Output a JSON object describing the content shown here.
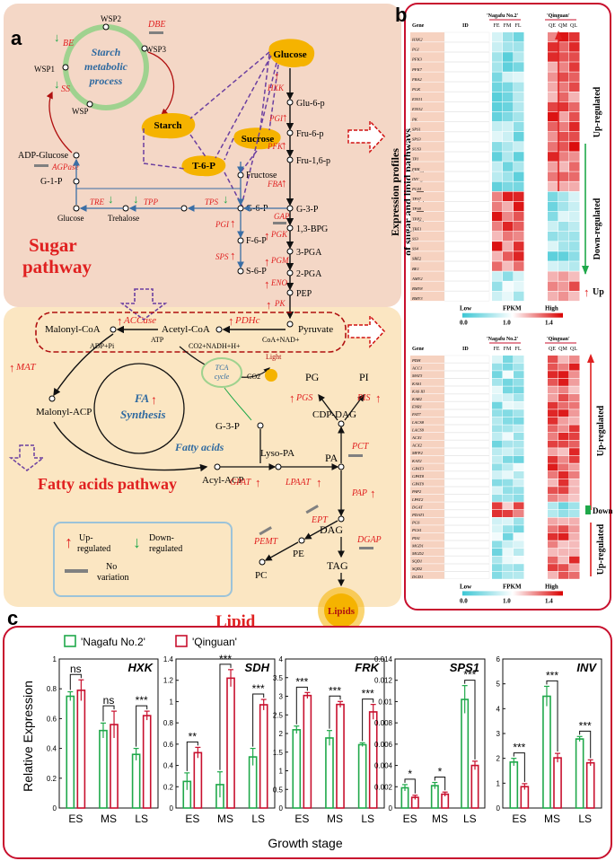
{
  "panel_labels": {
    "a": "a",
    "b": "b",
    "c": "c"
  },
  "colors": {
    "up": "#e02020",
    "down": "#1fa84a",
    "novar": "#808080",
    "sugar_bg": "#f4d8c8",
    "lipid_bg": "#fbe7c3",
    "accent_red": "#c8102e",
    "blue_text": "#2f6aa0",
    "gold": "#f5b300",
    "green_ring": "#9fd28f",
    "teal": "#49c7cf"
  },
  "pathway": {
    "sugar_title": "Sugar\npathway",
    "fatty_title": "Fatty acids pathway",
    "lipid_title": "Lipid\npathway",
    "starch_metabolic": "Starch\nmetabolic\nprocess",
    "wsp": [
      "WSP2",
      "WSP1",
      "WSP3",
      "WSP"
    ],
    "enzymes_left": {
      "be": "BE",
      "dbe": "DBE",
      "ss": "SS",
      "agpase": "AGPase",
      "tre": "TRE",
      "tpp": "TPP",
      "tps": "TPS"
    },
    "metabolites": {
      "glucose_top": "Glucose",
      "starch": "Starch",
      "sucrose": "Sucrose",
      "t6p": "T-6-P",
      "adp_glucose": "ADP-Glucose",
      "g1p": "G-1-P",
      "glucose": "Glucose",
      "trehalose": "Trehalose",
      "fructose": "Fructose",
      "g6p_left": "G-6-P",
      "f6p": "F-6-P",
      "s6p": "S-6-P",
      "glu6p": "Glu-6-p",
      "fru6p": "Fru-6-p",
      "fru16p": "Fru-1,6-p",
      "g3p": "G-3-P",
      "bpg": "1,3-BPG",
      "pga3": "3-PGA",
      "pga2": "2-PGA",
      "pep": "PEP",
      "pyruvate": "Pyruvate",
      "acetylcoa": "Acetyl-CoA",
      "malonylcoa": "Malonyl-CoA",
      "malonylacp": "Malonyl-ACP",
      "acylacp": "Acyl-ACP",
      "g3p_lipid": "G-3-P",
      "lysopa": "Lyso-PA",
      "pa": "PA",
      "cdpdag": "CDP-DAG",
      "pg": "PG",
      "pi": "PI",
      "dag": "DAG",
      "pe": "PE",
      "pc": "PC",
      "tag": "TAG",
      "lipids": "Lipids",
      "tca": "TCA\ncycle",
      "light": "Light",
      "co2": "CO2",
      "fa_synthesis": "FA\nSynthesis",
      "fatty_acids": "Fatty acids"
    },
    "enzymes_right": {
      "hxk": "HXK",
      "pgi": "PGI",
      "pfk": "PFK",
      "fba": "FBA",
      "gap": "GAP",
      "pgk": "PGK",
      "pgm": "PGM",
      "eno": "ENO",
      "pk": "PK",
      "pgi2": "PGI",
      "sps": "SPS",
      "accase": "ACCase",
      "pdhc": "PDHc",
      "mat": "MAT",
      "gpat": "GPAT",
      "lpaat": "LPAAT",
      "pct": "PCT",
      "pap": "PAP",
      "pgs": "PGS",
      "pis": "PIS",
      "ept": "EPT",
      "pemt": "PEMT",
      "dgap": "DGAP"
    },
    "cofactors": {
      "atp": "ATP",
      "adp": "ADP+Pi",
      "coa_nad": "CoA+NAD+",
      "co2_nadh": "CO2+NADH+H+"
    },
    "legend": {
      "up": "Up-\nregulated",
      "down": "Down-\nregulated",
      "novar": "No\nvariation"
    }
  },
  "heatmap": {
    "rotated_title": "Expression profiles\nof sugar and lipid pathways\nrelated genes",
    "headers": {
      "gene": "Gene",
      "id": "ID",
      "nagafu": "'Nagafu No.2'",
      "qinguan": "'Qinguan'",
      "cols": [
        "FE",
        "FM",
        "FL",
        "QE",
        "QM",
        "QL"
      ]
    },
    "scale": {
      "low": "Low",
      "fpkm": "FPKM",
      "high": "High",
      "ticks": [
        "0.0",
        "1.0",
        "1.4"
      ]
    },
    "top_labels": {
      "up": "Up-regulated",
      "down": "Down-regulated",
      "up2": "Up"
    },
    "bottom_labels": {
      "up": "Up-regulated",
      "down": "Down",
      "up2": "Up-regulated"
    },
    "top_genes": [
      "HXK2",
      "PGI",
      "PFK3",
      "PFK7",
      "FBA2",
      "PGK",
      "ENO1",
      "ENO2",
      "PK",
      "SPS1",
      "SPS3",
      "SUS3",
      "TPI",
      "FRK",
      "INV",
      "PGM",
      "TPS7",
      "TPS8",
      "TPP2",
      "TRE1",
      "SS3",
      "SS4",
      "SBE2",
      "BE1",
      "AMY2",
      "BMY8",
      "BMY3"
    ],
    "bottom_genes": [
      "PDH",
      "ACC1",
      "MAT3",
      "KAS1",
      "KAS III",
      "KAR2",
      "ENR1",
      "FAT7",
      "LACS8",
      "LACS9",
      "ACX1",
      "ACX2",
      "MFP2",
      "KAT2",
      "GPAT3",
      "GPAT8",
      "GPAT9",
      "PAP2",
      "LPAT2",
      "DGAT",
      "PDAT1",
      "PGS",
      "PGS1",
      "PIS1",
      "MGD1",
      "MGD2",
      "SQD1",
      "SQD2",
      "DGD1"
    ]
  },
  "chart_data": [
    {
      "type": "bar",
      "title": "HXK",
      "categories": [
        "ES",
        "MS",
        "LS"
      ],
      "ylim": [
        0,
        1
      ],
      "yticks": [
        "0",
        "0.2",
        "0.4",
        "0.6",
        "0.8",
        "1"
      ],
      "series": [
        {
          "name": "'Nagafu No.2'",
          "values": [
            0.75,
            0.52,
            0.36
          ],
          "errors": [
            0.03,
            0.05,
            0.04
          ]
        },
        {
          "name": "'Qinguan'",
          "values": [
            0.79,
            0.56,
            0.62
          ],
          "errors": [
            0.07,
            0.09,
            0.03
          ]
        }
      ],
      "significance": [
        "ns",
        "ns",
        "***"
      ]
    },
    {
      "type": "bar",
      "title": "SDH",
      "categories": [
        "ES",
        "MS",
        "LS"
      ],
      "ylim": [
        0,
        1.4
      ],
      "yticks": [
        "0",
        "0.2",
        "0.4",
        "0.6",
        "0.8",
        "1",
        "1.2",
        "1.4"
      ],
      "series": [
        {
          "name": "'Nagafu No.2'",
          "values": [
            0.25,
            0.22,
            0.48
          ],
          "errors": [
            0.08,
            0.12,
            0.08
          ]
        },
        {
          "name": "'Qinguan'",
          "values": [
            0.52,
            1.22,
            0.97
          ],
          "errors": [
            0.05,
            0.08,
            0.05
          ]
        }
      ],
      "significance": [
        "**",
        "***",
        "***"
      ]
    },
    {
      "type": "bar",
      "title": "FRK",
      "categories": [
        "ES",
        "MS",
        "LS"
      ],
      "ylim": [
        0,
        4
      ],
      "yticks": [
        "0",
        "0.5",
        "1",
        "1.5",
        "2",
        "2.5",
        "3",
        "3.5",
        "4"
      ],
      "series": [
        {
          "name": "'Nagafu No.2'",
          "values": [
            2.1,
            1.88,
            1.7
          ],
          "errors": [
            0.1,
            0.2,
            0.05
          ]
        },
        {
          "name": "'Qinguan'",
          "values": [
            3.02,
            2.78,
            2.58
          ],
          "errors": [
            0.08,
            0.08,
            0.2
          ]
        }
      ],
      "significance": [
        "***",
        "***",
        "***"
      ]
    },
    {
      "type": "bar",
      "title": "SPS1",
      "categories": [
        "ES",
        "MS",
        "LS"
      ],
      "ylim": [
        0,
        0.014
      ],
      "yticks": [
        "0",
        "0.002",
        "0.004",
        "0.006",
        "0.008",
        "0.01",
        "0.012",
        "0.014"
      ],
      "series": [
        {
          "name": "'Nagafu No.2'",
          "values": [
            0.0019,
            0.0021,
            0.0102
          ],
          "errors": [
            0.0003,
            0.0003,
            0.0013
          ]
        },
        {
          "name": "'Qinguan'",
          "values": [
            0.001,
            0.0013,
            0.004
          ],
          "errors": [
            0.0002,
            0.0002,
            0.0004
          ]
        }
      ],
      "significance": [
        "*",
        "*",
        "***"
      ]
    },
    {
      "type": "bar",
      "title": "INV",
      "categories": [
        "ES",
        "MS",
        "LS"
      ],
      "ylim": [
        0,
        6
      ],
      "yticks": [
        "0",
        "1",
        "2",
        "3",
        "4",
        "5",
        "6"
      ],
      "series": [
        {
          "name": "'Nagafu No.2'",
          "values": [
            1.85,
            4.5,
            2.78
          ],
          "errors": [
            0.15,
            0.4,
            0.1
          ]
        },
        {
          "name": "'Qinguan'",
          "values": [
            0.86,
            2.02,
            1.82
          ],
          "errors": [
            0.12,
            0.18,
            0.12
          ]
        }
      ],
      "significance": [
        "***",
        "***",
        "***"
      ]
    }
  ],
  "bar_panel": {
    "legend_nagafu": "'Nagafu No.2'",
    "legend_qinguan": "'Qinguan'",
    "ylabel": "Relative Expression",
    "xlabel": "Growth stage"
  }
}
